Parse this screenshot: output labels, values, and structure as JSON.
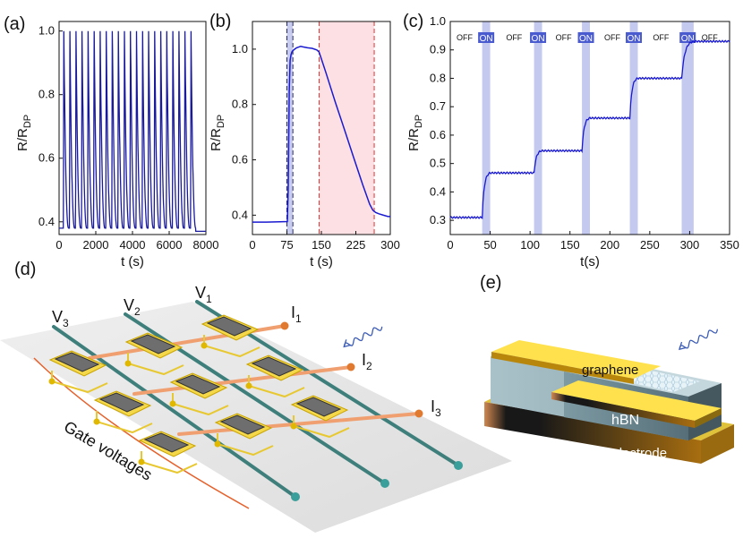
{
  "panels": {
    "a": "(a)",
    "b": "(b)",
    "c": "(c)",
    "d": "(d)",
    "e": "(e)"
  },
  "chart_data": [
    {
      "type": "line",
      "panel": "(a)",
      "xlabel": "t (s)",
      "ylabel": "R/R_DP",
      "xlim": [
        0,
        8000
      ],
      "ylim": [
        0.36,
        1.03
      ],
      "xticks": [
        0,
        2000,
        4000,
        6000,
        8000
      ],
      "yticks": [
        0.4,
        0.6,
        0.8,
        1.0
      ],
      "ytick_labels": [
        "0.4",
        "0.6",
        "0.8",
        "1.0"
      ],
      "color": "#1a1a9c",
      "cycles": 22,
      "period_s": 330,
      "first_peak_s": 260,
      "peak_value": 1.0,
      "trough_value": 0.38
    },
    {
      "type": "line",
      "panel": "(b)",
      "xlabel": "t (s)",
      "ylabel": "R/R_DP",
      "xlim": [
        0,
        300
      ],
      "ylim": [
        0.33,
        1.1
      ],
      "xticks": [
        0,
        75,
        150,
        225,
        300
      ],
      "yticks": [
        0.4,
        0.6,
        0.8,
        1.0
      ],
      "ytick_labels": [
        "0.4",
        "0.6",
        "0.8",
        "1.0"
      ],
      "color": "#1a1ad0",
      "x": [
        0,
        30,
        60,
        76,
        78,
        80,
        82,
        84,
        86,
        88,
        92,
        96,
        100,
        105,
        110,
        120,
        130,
        140,
        145,
        150,
        160,
        180,
        200,
        220,
        240,
        255,
        262,
        268,
        275,
        285,
        295,
        300
      ],
      "y": [
        0.375,
        0.375,
        0.376,
        0.377,
        0.5,
        0.85,
        0.96,
        0.98,
        0.99,
        0.995,
        1.0,
        1.005,
        1.007,
        1.01,
        1.008,
        1.005,
        1.003,
        0.997,
        0.99,
        0.965,
        0.915,
        0.81,
        0.71,
        0.61,
        0.51,
        0.44,
        0.418,
        0.41,
        0.405,
        0.4,
        0.395,
        0.395
      ],
      "shaded_regions": [
        {
          "x": [
            75,
            88
          ],
          "color": "#c8cdf0",
          "edge_color": "#2a2a5a"
        },
        {
          "x": [
            145,
            265
          ],
          "color": "#fde0e3",
          "edge_color": "#e03030"
        }
      ]
    },
    {
      "type": "line",
      "panel": "(c)",
      "xlabel": "t(s)",
      "ylabel": "R/R_DP",
      "xlim": [
        0,
        350
      ],
      "ylim": [
        0.25,
        1.0
      ],
      "xticks": [
        0,
        50,
        100,
        150,
        200,
        250,
        300,
        350
      ],
      "yticks": [
        0.3,
        0.4,
        0.5,
        0.6,
        0.7,
        0.8,
        0.9,
        1.0
      ],
      "ytick_labels": [
        "0.3",
        "0.4",
        "0.5",
        "0.6",
        "0.7",
        "0.8",
        "0.9",
        "1.0"
      ],
      "color": "#1a1ad0",
      "steps": [
        {
          "on": [
            40,
            50
          ],
          "from": 0.31,
          "to": 0.467
        },
        {
          "on": [
            105,
            115
          ],
          "from": 0.467,
          "to": 0.545
        },
        {
          "on": [
            165,
            175
          ],
          "from": 0.545,
          "to": 0.66
        },
        {
          "on": [
            225,
            235
          ],
          "from": 0.66,
          "to": 0.8
        },
        {
          "on": [
            290,
            305
          ],
          "from": 0.8,
          "to": 0.93
        }
      ],
      "off_label": "OFF",
      "on_label": "ON",
      "on_color": "#c4c9ef"
    }
  ],
  "panel_d": {
    "column_labels": [
      "V",
      "V",
      "V"
    ],
    "column_subs": [
      "3",
      "2",
      "1"
    ],
    "row_labels": [
      "I",
      "I",
      "I"
    ],
    "row_subs": [
      "1",
      "2",
      "3"
    ],
    "side_label": "Gate voltages"
  },
  "panel_e": {
    "layers": [
      "graphene",
      "hBN",
      "gate electrode"
    ]
  }
}
